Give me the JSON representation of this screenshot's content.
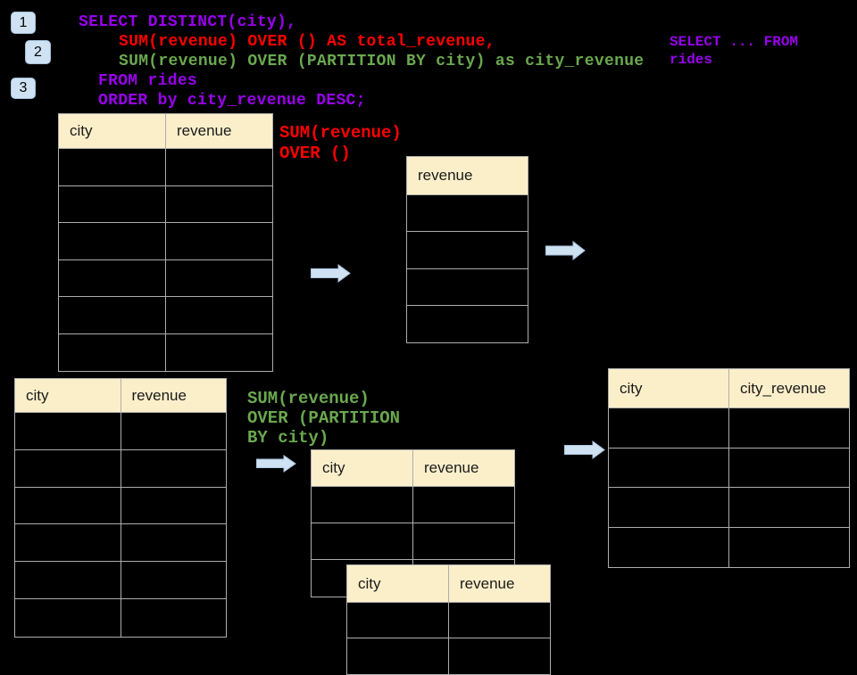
{
  "colors": {
    "bg": "#000000",
    "purple": "#9900EE",
    "red": "#FF0000",
    "green": "#6AA84F",
    "header-fill": "#FBEFCA",
    "header-text": "#1A1A1A",
    "grid": "#ADADAD",
    "arrow-fill": "#CFE2F3",
    "arrow-stroke": "#ACC6DF",
    "badge-fill": "#CFE2F3",
    "badge-border": "#A5BFD8"
  },
  "badges": {
    "step1": "1",
    "step2": "2",
    "step3": "3"
  },
  "sql_code": {
    "line1": "SELECT DISTINCT(city),",
    "line2": "SUM(revenue) OVER () AS total_revenue,",
    "line3": "SUM(revenue) OVER (PARTITION BY city) as city_revenue",
    "line4": "FROM rides",
    "line5": "ORDER by city_revenue DESC;"
  },
  "side_note": {
    "line1": "SELECT ... FROM",
    "line2": "rides"
  },
  "label_total": {
    "line1": "SUM(revenue)",
    "line2": "OVER ()"
  },
  "label_partition": {
    "line1": "SUM(revenue)",
    "line2": "OVER (PARTITION",
    "line3": "BY city)"
  },
  "tables": {
    "source_top": {
      "headers": [
        "city",
        "revenue"
      ],
      "empty_rows": 6
    },
    "total_result": {
      "headers": [
        "revenue"
      ],
      "empty_rows": 4
    },
    "source_bottom": {
      "headers": [
        "city",
        "revenue"
      ],
      "empty_rows": 6
    },
    "partition_group": {
      "headers": [
        "city",
        "revenue"
      ],
      "empty_rows": 3
    },
    "partition_overlay": {
      "headers": [
        "city",
        "revenue"
      ],
      "empty_rows": 2
    },
    "final_result": {
      "headers": [
        "city",
        "city_revenue"
      ],
      "empty_rows": 4
    }
  }
}
